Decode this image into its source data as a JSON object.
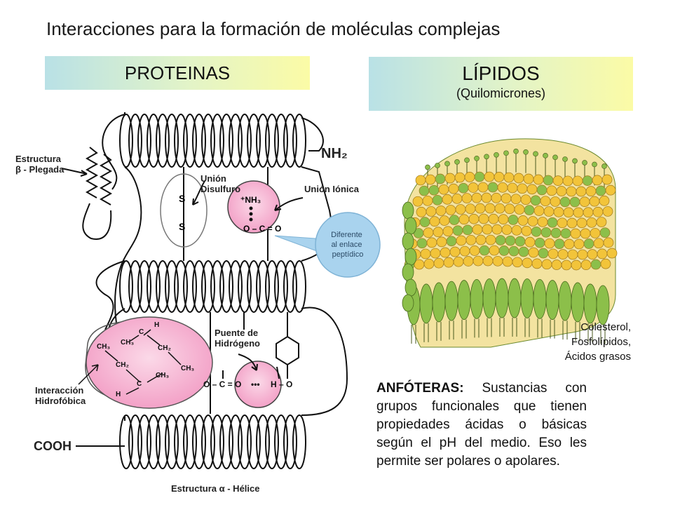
{
  "title": "Interacciones para la formación de moléculas complejas",
  "headers": {
    "proteinas": "PROTEINAS",
    "lipidos": "LÍPIDOS",
    "lipidos_sub": "(Quilomicrones)"
  },
  "protein_diagram": {
    "labels": {
      "estructura_beta_1": "Estructura",
      "estructura_beta_2": "β - Plegada",
      "nh2": "NH₂",
      "union_disulfuro_1": "Unión",
      "union_disulfuro_2": "Disulfuro",
      "union_ionica": "Unión Iónica",
      "puente_1": "Puente de",
      "puente_2": "Hidrógeno",
      "hidrofobica_1": "Interacción",
      "hidrofobica_2": "Hidrofóbica",
      "cooh": "COOH",
      "helice": "Estructura α - Hélice"
    },
    "chem": {
      "s": "S",
      "nh3": "⁺NH₃",
      "o_c_o": "O – C = O",
      "ch3": "CH₃",
      "ch2": "CH₂",
      "c": "C",
      "h": "H",
      "o_c_o_h": "O – C = O ••• H – O"
    }
  },
  "callout": {
    "line1": "Diferente",
    "line2": "al enlace",
    "line3": "peptídico"
  },
  "lipid_labels": {
    "line1": "Colesterol,",
    "line2": "Fosfolípidos,",
    "line3": "Ácidos grasos"
  },
  "amfoteras": {
    "term": "ANFÓTERAS:",
    "text": " Sustancias con grupos funcionales que tienen propiedades ácidas o básicas según el pH del medio. Eso les permite ser polares o apolares."
  },
  "colors": {
    "pink": "#f5b8d2",
    "callout": "#a9d3ee",
    "lipid_green": "#8cbf4a",
    "lipid_yellow": "#f2c43a"
  }
}
